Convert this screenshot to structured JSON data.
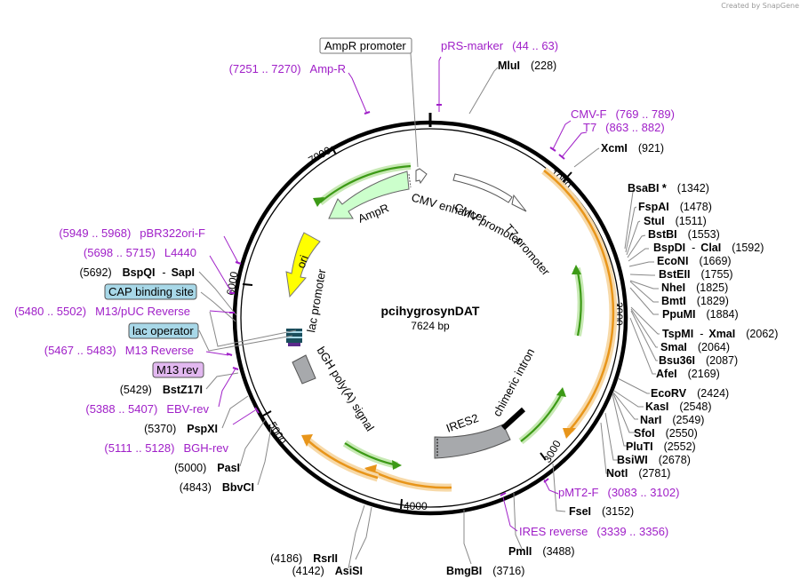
{
  "attribution": "Created by SnapGene",
  "plasmid": {
    "name": "pcihygrosynDAT",
    "length_label": "7624 bp",
    "length": 7624
  },
  "ticks": [
    "1000",
    "2000",
    "3000",
    "4000",
    "5000",
    "6000",
    "7000"
  ],
  "features": [
    {
      "id": "ampr-promoter",
      "label": "AmpR promoter",
      "type": "promoter"
    },
    {
      "id": "cmv-enhancer",
      "label": "CMV enhancer",
      "type": "enhancer"
    },
    {
      "id": "cmv-promoter",
      "label": "CMV promoter",
      "type": "promoter"
    },
    {
      "id": "t7-promoter",
      "label": "T7 promoter",
      "type": "promoter"
    },
    {
      "id": "ampr",
      "label": "AmpR",
      "type": "cds"
    },
    {
      "id": "ori",
      "label": "ori",
      "type": "origin"
    },
    {
      "id": "lac-promoter",
      "label": "lac promoter",
      "type": "promoter"
    },
    {
      "id": "bgh",
      "label": "bGH poly(A) signal",
      "type": "polyA"
    },
    {
      "id": "chimeric-intron",
      "label": "chimeric intron",
      "type": "intron"
    },
    {
      "id": "ires2",
      "label": "IRES2",
      "type": "ires"
    }
  ],
  "boxed_labels": {
    "ampr_promoter": "AmpR promoter",
    "cap": "CAP binding site",
    "lac_operator": "lac operator",
    "m13_rev": "M13 rev"
  },
  "sites": [
    {
      "id": "mlui",
      "name": "MluI",
      "pos": "(228)"
    },
    {
      "id": "xcmi",
      "name": "XcmI",
      "pos": "(921)"
    },
    {
      "id": "bsabi",
      "name": "BsaBI *",
      "pos": "(1342)"
    },
    {
      "id": "fspai",
      "name": "FspAI",
      "pos": "(1478)"
    },
    {
      "id": "stui",
      "name": "StuI",
      "pos": "(1511)"
    },
    {
      "id": "bstbi",
      "name": "BstBI",
      "pos": "(1553)"
    },
    {
      "id": "bspdi",
      "name": "BspDI",
      "name2": "ClaI",
      "pos": "(1592)"
    },
    {
      "id": "econi",
      "name": "EcoNI",
      "pos": "(1669)"
    },
    {
      "id": "bsteii",
      "name": "BstEII",
      "pos": "(1755)"
    },
    {
      "id": "nhei",
      "name": "NheI",
      "pos": "(1825)"
    },
    {
      "id": "bmti",
      "name": "BmtI",
      "pos": "(1829)"
    },
    {
      "id": "ppumi",
      "name": "PpuMI",
      "pos": "(1884)"
    },
    {
      "id": "tspmi",
      "name": "TspMI",
      "name2": "XmaI",
      "pos": "(2062)"
    },
    {
      "id": "smai",
      "name": "SmaI",
      "pos": "(2064)"
    },
    {
      "id": "bsu36i",
      "name": "Bsu36I",
      "pos": "(2087)"
    },
    {
      "id": "afei",
      "name": "AfeI",
      "pos": "(2169)"
    },
    {
      "id": "ecorv",
      "name": "EcoRV",
      "pos": "(2424)"
    },
    {
      "id": "kasi",
      "name": "KasI",
      "pos": "(2548)"
    },
    {
      "id": "nari",
      "name": "NarI",
      "pos": "(2549)"
    },
    {
      "id": "sfoi",
      "name": "SfoI",
      "pos": "(2550)"
    },
    {
      "id": "pluti",
      "name": "PluTI",
      "pos": "(2552)"
    },
    {
      "id": "bsiwi",
      "name": "BsiWI",
      "pos": "(2678)"
    },
    {
      "id": "noti",
      "name": "NotI",
      "pos": "(2781)"
    },
    {
      "id": "fsei",
      "name": "FseI",
      "pos": "(3152)"
    },
    {
      "id": "pmli",
      "name": "PmlI",
      "pos": "(3488)"
    },
    {
      "id": "bmgbi",
      "name": "BmgBI",
      "pos": "(3716)"
    },
    {
      "id": "asisi",
      "name": "AsiSI",
      "pos": "(4142)"
    },
    {
      "id": "rsrii",
      "name": "RsrII",
      "pos": "(4186)"
    },
    {
      "id": "bbvci",
      "name": "BbvCI",
      "pos": "(4843)"
    },
    {
      "id": "pasi",
      "name": "PasI",
      "pos": "(5000)"
    },
    {
      "id": "pspxi",
      "name": "PspXI",
      "pos": "(5370)"
    },
    {
      "id": "bstz17i",
      "name": "BstZ17I",
      "pos": "(5429)"
    },
    {
      "id": "bspqi",
      "name": "BspQI",
      "name2": "SapI",
      "pos": "(5692)"
    }
  ],
  "primers": [
    {
      "id": "prs-marker",
      "name": "pRS-marker",
      "range": "(44 .. 63)"
    },
    {
      "id": "cmv-f",
      "name": "CMV-F",
      "range": "(769 .. 789)"
    },
    {
      "id": "t7",
      "name": "T7",
      "range": "(863 .. 882)"
    },
    {
      "id": "pmt2-f",
      "name": "pMT2-F",
      "range": "(3083 .. 3102)"
    },
    {
      "id": "ires-reverse",
      "name": "IRES reverse",
      "range": "(3339 .. 3356)"
    },
    {
      "id": "bgh-rev",
      "name": "BGH-rev",
      "range": "(5111 .. 5128)"
    },
    {
      "id": "ebv-rev",
      "name": "EBV-rev",
      "range": "(5388 .. 5407)"
    },
    {
      "id": "m13-reverse",
      "name": "M13 Reverse",
      "range": "(5467 .. 5483)"
    },
    {
      "id": "m13-puc-reverse",
      "name": "M13/pUC Reverse",
      "range": "(5480 .. 5502)"
    },
    {
      "id": "l4440",
      "name": "L4440",
      "range": "(5698 .. 5715)"
    },
    {
      "id": "pbr322ori-f",
      "name": "pBR322ori-F",
      "range": "(5949 .. 5968)"
    },
    {
      "id": "amp-r",
      "name": "Amp-R",
      "range": "(7251 .. 7270)"
    }
  ],
  "colors": {
    "backbone": "#000000",
    "primer": "#a020c8",
    "ampr_fill": "#ccffcc",
    "ori_fill": "#ffff00",
    "bgh_fill": "#a7a9ac",
    "ires_fill": "#a7a9ac",
    "orange_arrow": "#e8951a",
    "green_arrow": "#3c9a16",
    "cap_fill": "#a8d8e8",
    "m13rev_fill": "#e2b8f0"
  }
}
